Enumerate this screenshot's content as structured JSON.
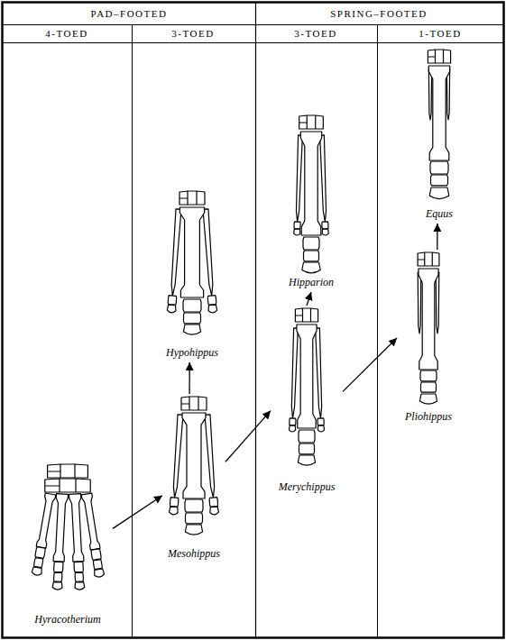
{
  "diagram": {
    "nodes": [
      {
        "text": [
          "Hyracotherium"
        ]
      },
      {
        "text": [
          "Mesohippus"
        ]
      },
      {
        "text": [
          "Hypohippus"
        ]
      },
      {
        "text": [
          "Merychippus"
        ]
      },
      {
        "text": [
          "Hipparion"
        ]
      },
      {
        "text": [
          "Pliohippus"
        ]
      },
      {
        "text": [
          "Equus"
        ]
      }
    ],
    "edges": [
      {
        "from": 0,
        "to": 1,
        "arrow": "to"
      },
      {
        "from": 1,
        "to": 2,
        "arrow": "to"
      },
      {
        "from": 1,
        "to": 3,
        "arrow": "to"
      },
      {
        "from": 3,
        "to": 4,
        "arrow": "to"
      },
      {
        "from": 3,
        "to": 5,
        "arrow": "to"
      },
      {
        "from": 5,
        "to": 6,
        "arrow": "to"
      }
    ],
    "labels": [
      "PAD–FOOTED",
      "SPRING–FOOTED",
      "4-TOED",
      "3-TOED",
      "3-TOED",
      "1-TOED"
    ]
  }
}
